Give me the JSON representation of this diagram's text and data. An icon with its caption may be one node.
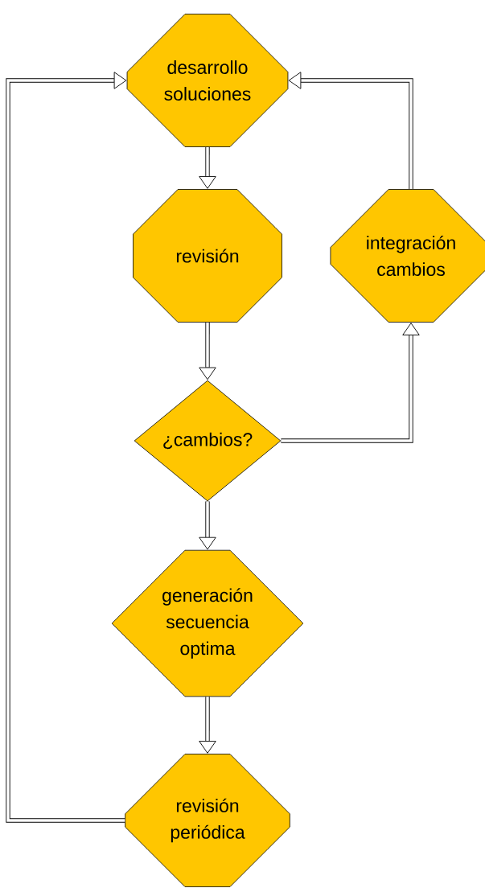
{
  "diagram": {
    "nodes": [
      {
        "text": [
          "desarrollo soluciones"
        ]
      },
      {
        "text": [
          "revisión"
        ]
      },
      {
        "text": [
          "integración cambios"
        ]
      },
      {
        "text": [
          "¿cambios?"
        ]
      },
      {
        "text": [
          "generación secuencia optima"
        ]
      },
      {
        "text": [
          "revisión periódica"
        ]
      }
    ],
    "edges": [
      {
        "from": 0,
        "to": 1,
        "arrow": "to"
      },
      {
        "from": 1,
        "to": 3,
        "arrow": "to"
      },
      {
        "from": 3,
        "to": 2,
        "arrow": "to"
      },
      {
        "from": 2,
        "to": 0,
        "arrow": "to"
      },
      {
        "from": 3,
        "to": 4,
        "arrow": "to"
      },
      {
        "from": 4,
        "to": 5,
        "arrow": "to"
      },
      {
        "from": 5,
        "to": 0,
        "arrow": "to"
      }
    ]
  }
}
